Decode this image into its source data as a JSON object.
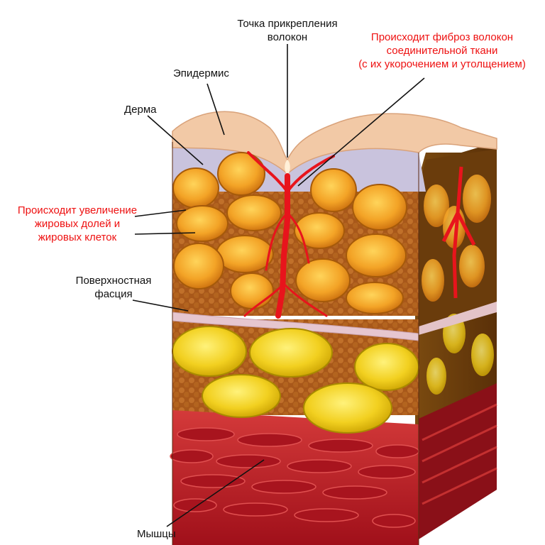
{
  "colors": {
    "text": "#111111",
    "highlight": "#ee1111",
    "epidermis": "#f2c9a6",
    "dermis": "#c9c3dd",
    "fat_orange": "#f0a020",
    "fat_yellow": "#f2d020",
    "fibers": "#e8141c",
    "muscle": "#c2202a"
  },
  "labels": {
    "anchor": [
      "Точка прикрепления",
      "волокон"
    ],
    "fibrosis": [
      "Происходит фиброз волокон",
      "соединительной ткани",
      "(с их укорочением и утолщением)"
    ],
    "epidermis": [
      "Эпидермис"
    ],
    "dermis": [
      "Дерма"
    ],
    "enlargement": [
      "Происходит увеличение",
      "жировых долей и",
      "жировых клеток"
    ],
    "fascia": [
      "Поверхностная",
      "фасция"
    ],
    "muscles": [
      "Мышцы"
    ]
  }
}
